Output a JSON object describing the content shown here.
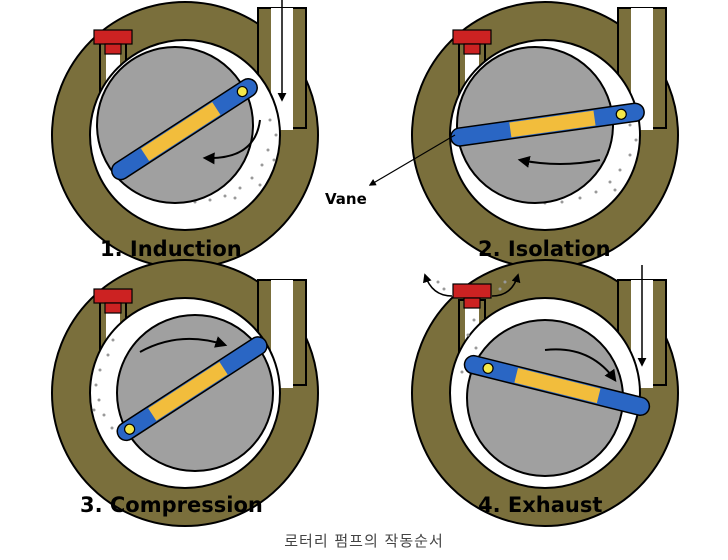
{
  "stages": [
    {
      "label": "1. Induction"
    },
    {
      "label": "2. Isolation"
    },
    {
      "label": "3. Compression"
    },
    {
      "label": "4. Exhaust"
    }
  ],
  "vane_label": "Vane",
  "caption": "로터리 펌프의 작동순서",
  "colors": {
    "housing": "#7a6f3c",
    "chamber": "#ffffff",
    "rotor": "#a0a0a0",
    "vane_blue": "#2a66c4",
    "vane_yellow": "#f2bd3c",
    "valve_red": "#cc2222"
  },
  "icons": [
    "valve-icon",
    "rotation-arrow-icon",
    "gas-particles-icon"
  ]
}
